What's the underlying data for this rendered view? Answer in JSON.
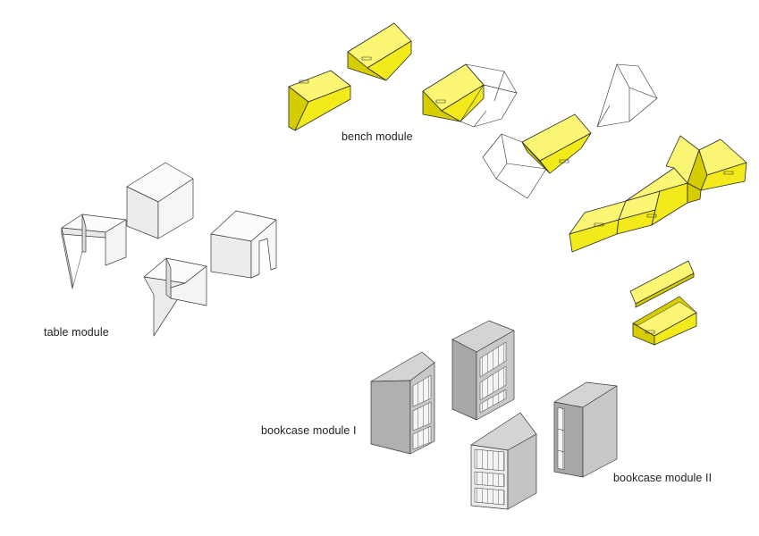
{
  "diagram": {
    "labels": {
      "bench": "bench module",
      "table": "table module",
      "bookcase_1": "bookcase module I",
      "bookcase_2": "bookcase module II"
    },
    "colors": {
      "bench_yellow": "#f2ea1a",
      "bench_yellow_dark": "#d6cd00",
      "bench_yellow_light": "#fbf673",
      "outline": "#2a2a2a",
      "table_white": "#f6f6f6",
      "table_shade": "#dcdcdc",
      "bookcase_light": "#c9c9c9",
      "bookcase_mid": "#b3b3b3",
      "bookcase_dark": "#9e9e9e",
      "book_white": "#f4f4f4"
    }
  }
}
